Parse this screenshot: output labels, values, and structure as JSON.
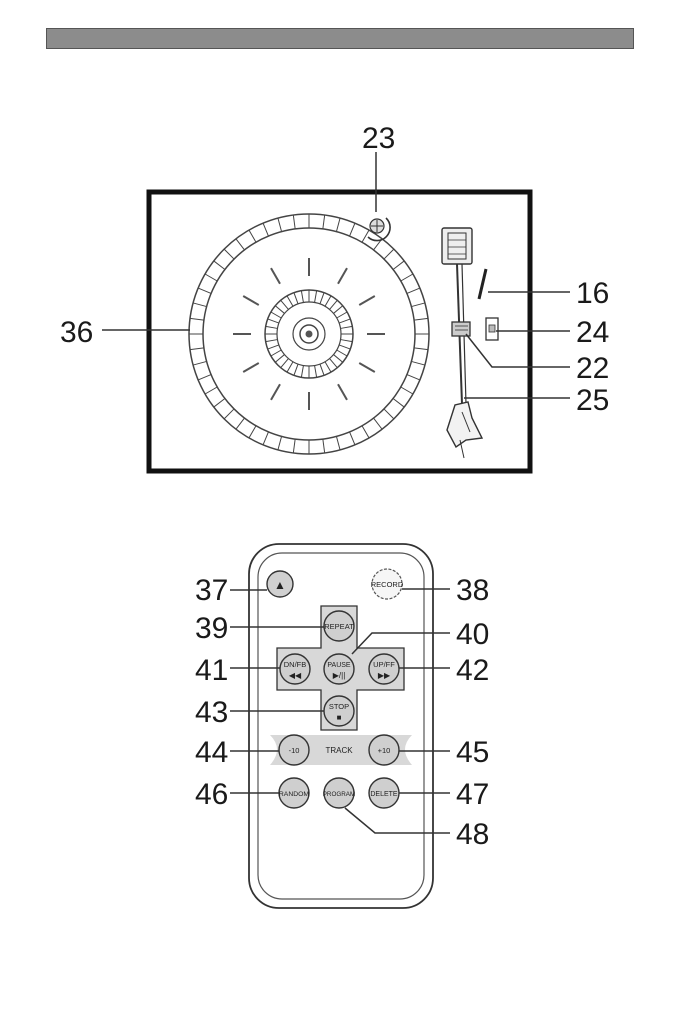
{
  "turntable": {
    "callouts": {
      "tonearm_lock": "23",
      "cue_lever": "16",
      "speed_switch": "24",
      "arm_rest": "22",
      "tonearm": "25",
      "platter": "36"
    }
  },
  "remote": {
    "callouts": {
      "eject": "37",
      "record": "38",
      "repeat": "39",
      "play_pause": "40",
      "dn_fb": "41",
      "up_ff": "42",
      "stop": "43",
      "minus10": "44",
      "plus10": "45",
      "random": "46",
      "delete": "47",
      "program": "48"
    },
    "buttons": {
      "eject_symbol": "▲",
      "record": "RECORD",
      "repeat": "REPEAT",
      "dn_fb": "DN/FB",
      "dn_fb_symbol": "◀◀",
      "play_pause": "PAUSE",
      "play_pause_symbol": "▶/||",
      "up_ff": "UP/FF",
      "up_ff_symbol": "▶▶",
      "stop": "STOP",
      "stop_symbol": "■",
      "minus10": "-10",
      "track": "TRACK",
      "plus10": "+10",
      "random": "RANDOM",
      "program": "PROGRAM",
      "delete": "DELETE"
    }
  }
}
